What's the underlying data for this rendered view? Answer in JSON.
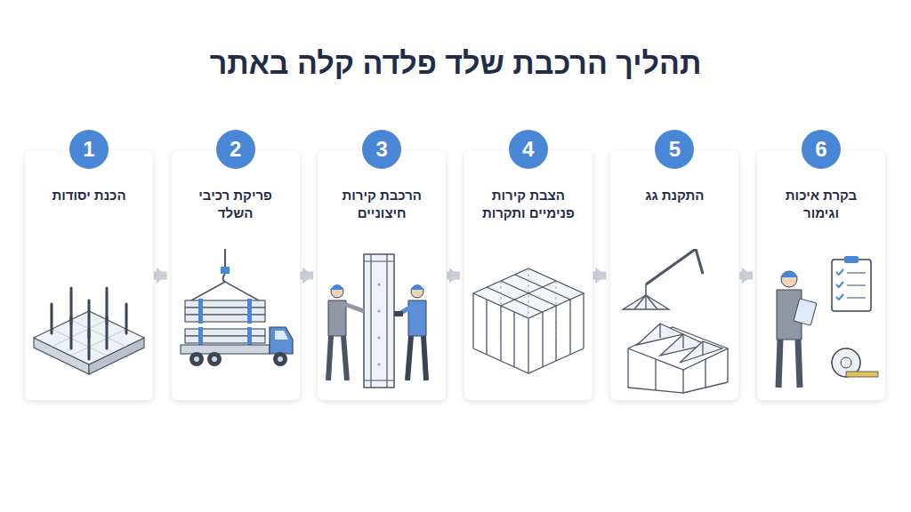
{
  "diagram": {
    "title": "תהליך הרכבת שלד פלדה קלה באתר",
    "nodes": [
      {
        "text": [
          "הכנת יסודות"
        ]
      },
      {
        "text": [
          "1"
        ],
        "in": 0
      },
      {
        "text": [
          "פריקת רכיבי השלד"
        ]
      },
      {
        "text": [
          "2"
        ],
        "in": 2
      },
      {
        "text": [
          "הרכבת קירות חיצוניים"
        ]
      },
      {
        "text": [
          "3"
        ],
        "in": 4
      },
      {
        "text": [
          "הצבת קירות פנימיים ותקרות"
        ]
      },
      {
        "text": [
          "4"
        ],
        "in": 6
      },
      {
        "text": [
          "התקנת גג"
        ]
      },
      {
        "text": [
          "5"
        ],
        "in": 8
      },
      {
        "text": [
          "בקרת איכות וגימור"
        ]
      },
      {
        "text": [
          "6"
        ],
        "in": 10
      }
    ],
    "edges": [
      {
        "from": 0,
        "to": 2,
        "arrow": "to"
      },
      {
        "from": 2,
        "to": 4,
        "arrow": "to"
      },
      {
        "from": 4,
        "to": 6,
        "arrow": "to"
      },
      {
        "from": 6,
        "to": 8,
        "arrow": "to"
      },
      {
        "from": 8,
        "to": 10,
        "arrow": "to"
      }
    ]
  }
}
